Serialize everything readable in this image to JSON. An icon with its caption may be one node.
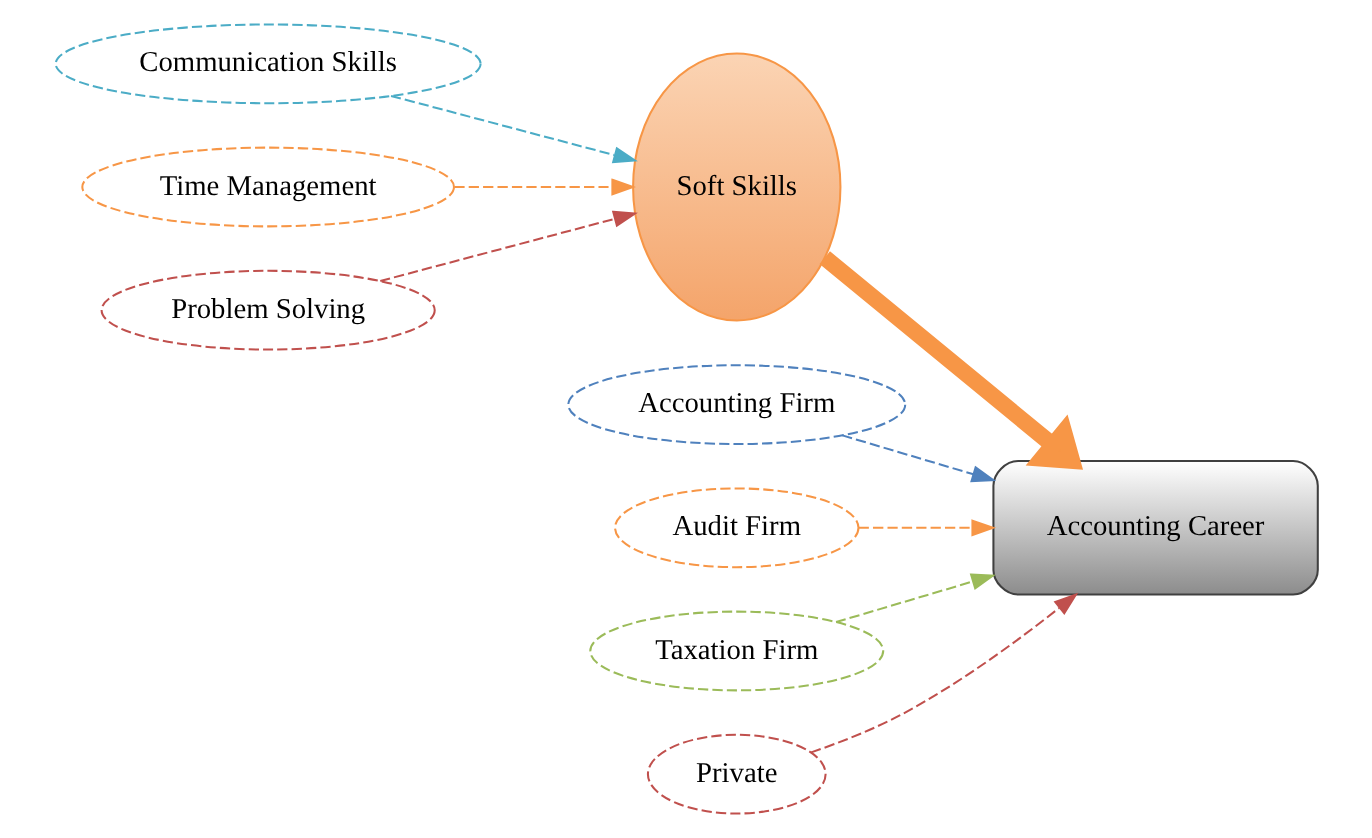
{
  "diagram": {
    "nodes": [
      {
        "text": [
          "Communication Skills"
        ]
      },
      {
        "text": [
          "Time Management"
        ]
      },
      {
        "text": [
          "Soft Skills"
        ]
      },
      {
        "text": [
          "Problem Solving"
        ]
      },
      {
        "text": [
          "Accounting Career"
        ]
      },
      {
        "text": [
          "Accounting Firm"
        ]
      },
      {
        "text": [
          "Audit Firm"
        ]
      },
      {
        "text": [
          "Taxation Firm"
        ]
      },
      {
        "text": [
          "Private"
        ]
      }
    ],
    "edges": [
      {
        "from": 0,
        "to": 2,
        "arrow": "to",
        "style": "dashed",
        "color": "#4bacc6"
      },
      {
        "from": 1,
        "to": 2,
        "arrow": "to",
        "style": "dashed",
        "color": "#f79646"
      },
      {
        "from": 3,
        "to": 2,
        "arrow": "to",
        "style": "dashed",
        "color": "#c0504d"
      },
      {
        "from": 2,
        "to": 4,
        "arrow": "to",
        "style": "thick",
        "color": "#f79646"
      },
      {
        "from": 5,
        "to": 4,
        "arrow": "to",
        "style": "dashed",
        "color": "#4f81bd"
      },
      {
        "from": 6,
        "to": 4,
        "arrow": "to",
        "style": "dashed",
        "color": "#f79646"
      },
      {
        "from": 7,
        "to": 4,
        "arrow": "to",
        "style": "dashed",
        "color": "#9bbb59"
      },
      {
        "from": 8,
        "to": 4,
        "arrow": "to",
        "style": "dashed",
        "color": "#c0504d"
      }
    ]
  }
}
